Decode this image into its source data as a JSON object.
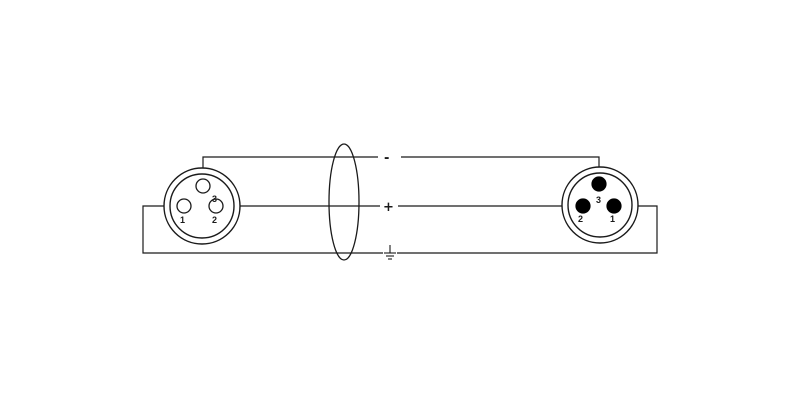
{
  "colors": {
    "line": "#1a1a1a",
    "background": "#ffffff",
    "pin_fill": "#000000"
  },
  "left_connector": {
    "type": "female",
    "pins": {
      "pin1": "1",
      "pin2": "2",
      "pin3": "3"
    }
  },
  "right_connector": {
    "type": "male",
    "pins": {
      "pin1": "1",
      "pin2": "2",
      "pin3": "3"
    }
  },
  "signals": {
    "negative": "-",
    "positive": "+",
    "ground": "ground-symbol"
  }
}
